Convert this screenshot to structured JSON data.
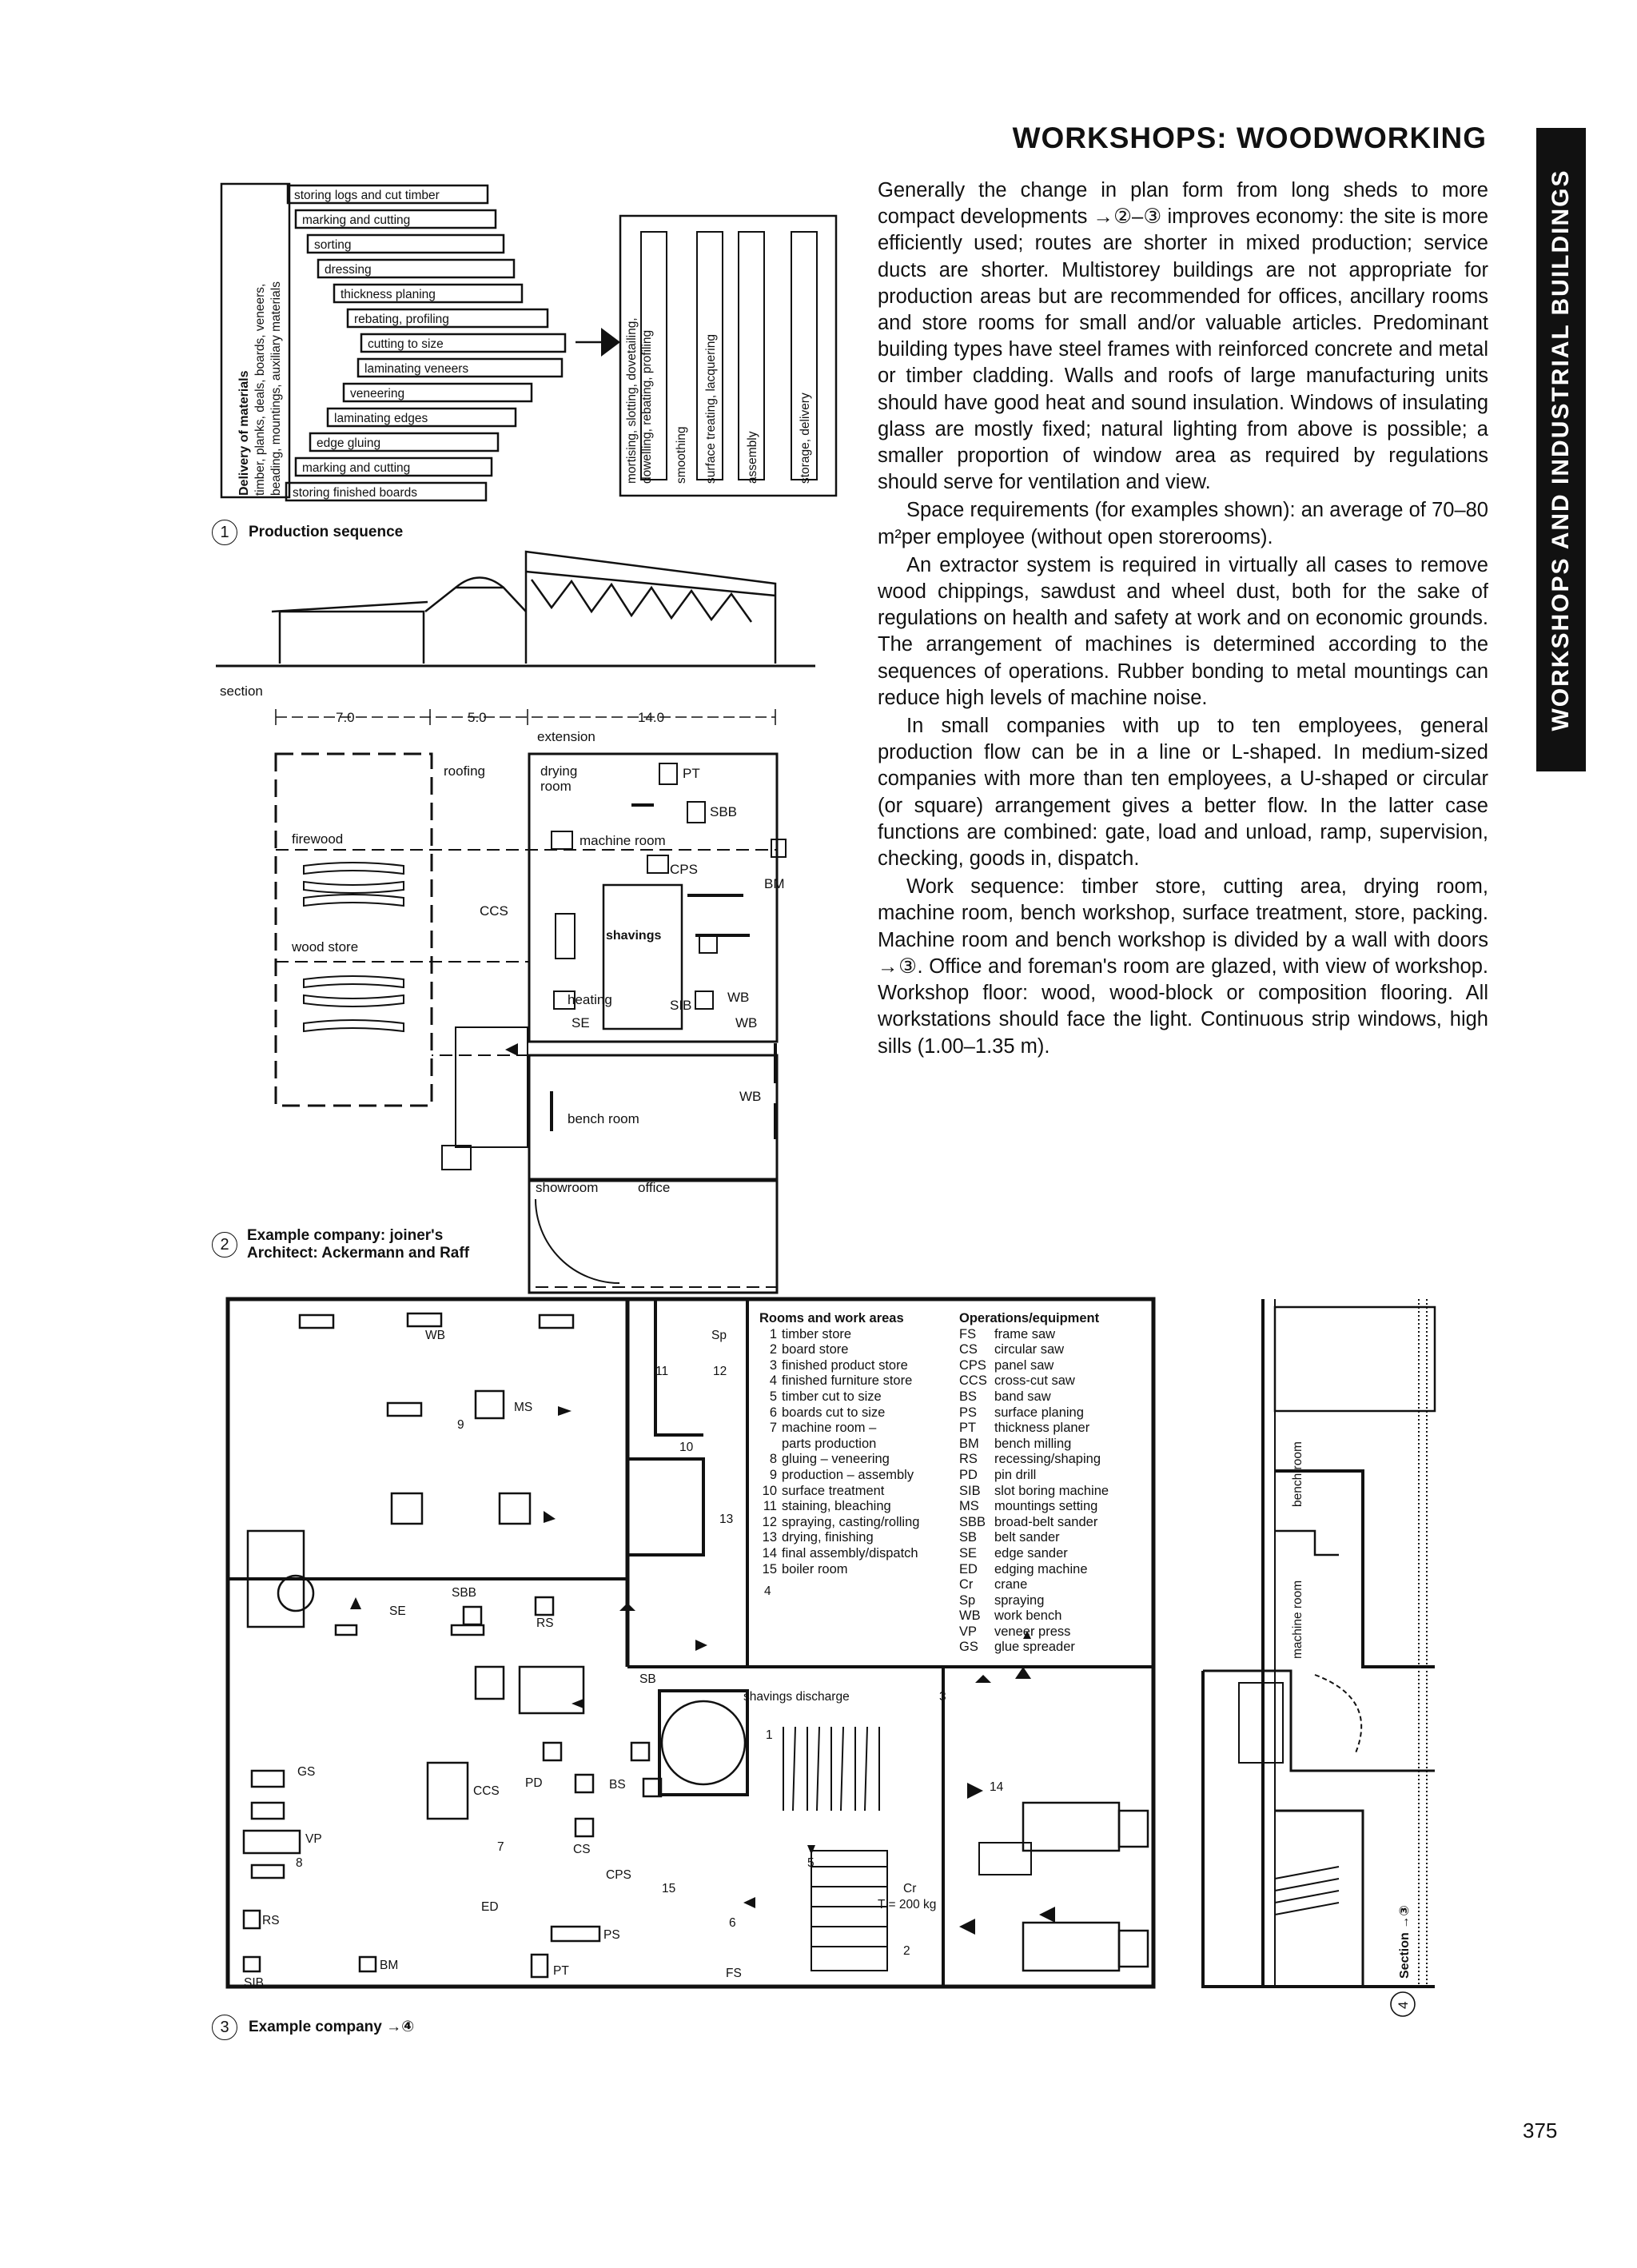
{
  "page": {
    "title": "WORKSHOPS: WOODWORKING",
    "side_tab": "WORKSHOPS AND INDUSTRIAL BUILDINGS",
    "page_number": "375"
  },
  "body_paragraphs": [
    "Generally the change in plan form from long sheds to more compact developments →②–③ improves economy: the site is more efficiently used; routes are shorter in mixed production; service ducts are shorter. Multistorey buildings are not appropriate for production areas but are recommended for offices, ancillary rooms and store rooms for small and/or valuable articles. Predominant building types have steel frames with reinforced concrete and metal or timber cladding. Walls and roofs of large manufacturing units should have good heat and sound insulation. Windows of insulating glass are mostly fixed; natural lighting from above is possible; a smaller proportion of window area as required by regulations should serve for ventilation and view.",
    "Space requirements (for examples shown): an average of 70–80 m²per employee (without open storerooms).",
    "An extractor system is required in virtually all cases to remove wood chippings, sawdust and wheel dust, both for the sake of regulations on health and safety at work and on economic grounds. The arrangement of machines is determined according to the sequences of operations. Rubber bonding to metal mountings can reduce high levels of machine noise.",
    "In small companies with up to ten employees, general production flow can be in a line or L-shaped. In medium-sized companies with more than ten employees, a U-shaped or circular (or square) arrangement gives a better flow. In the latter case functions are combined: gate, load and unload, ramp, supervision, checking, goods in, dispatch.",
    "Work sequence: timber store, cutting area, drying room, machine room, bench workshop, surface treatment, store, packing. Machine room and bench workshop is divided by a wall with doors →③. Office and foreman's room are glazed, with view of workshop. Workshop floor: wood, wood-block or composition flooring. All workstations should face the light. Continuous strip windows, high sills (1.00–1.35 m)."
  ],
  "fig1": {
    "number": "1",
    "caption": "Production sequence",
    "delivery_label_1": "Delivery of materials",
    "delivery_label_2": "timber, planks, deals, boards, veneers,",
    "delivery_label_3": "beading, mountings, auxiliary materials",
    "steps": [
      "storing logs and cut timber",
      "marking and cutting",
      "sorting",
      "dressing",
      "thickness planing",
      "rebating, profiling",
      "cutting to size",
      "laminating veneers",
      "veneering",
      "laminating edges",
      "edge gluing",
      "marking and cutting",
      "storing finished boards"
    ],
    "ops": [
      "mortising, slotting, dovetailing,",
      "dowelling, rebating, profiling",
      "smoothing",
      "surface treating, lacquering",
      "assembly",
      "storage, delivery"
    ]
  },
  "fig2": {
    "number": "2",
    "caption_1": "Example company: joiner's",
    "caption_2": "Architect: Ackermann and Raff",
    "section_label": "section",
    "dims": [
      "7.0",
      "5.0",
      "14.0"
    ],
    "labels": {
      "extension": "extension",
      "roofing": "roofing",
      "drying_room_1": "drying",
      "drying_room_2": "room",
      "pt": "PT",
      "sbb": "SBB",
      "firewood": "firewood",
      "machine_room": "machine room",
      "cps": "CPS",
      "bm": "BM",
      "ccs": "CCS",
      "shavings": "shavings",
      "wood_store": "wood store",
      "heating": "heating",
      "sib": "SIB",
      "wb": "WB",
      "se": "SE",
      "bench_room": "bench room",
      "showroom": "showroom",
      "office": "office"
    }
  },
  "fig3": {
    "number": "3",
    "caption": "Example company →④",
    "rooms_heading": "Rooms and work areas",
    "rooms": [
      {
        "n": "1",
        "t": "timber store"
      },
      {
        "n": "2",
        "t": "board store"
      },
      {
        "n": "3",
        "t": "finished product store"
      },
      {
        "n": "4",
        "t": "finished furniture store"
      },
      {
        "n": "5",
        "t": "timber cut to size"
      },
      {
        "n": "6",
        "t": "boards cut to size"
      },
      {
        "n": "7",
        "t": "machine room –"
      },
      {
        "n": "",
        "t": "parts production"
      },
      {
        "n": "8",
        "t": "gluing – veneering"
      },
      {
        "n": "9",
        "t": "production – assembly"
      },
      {
        "n": "10",
        "t": "surface treatment"
      },
      {
        "n": "11",
        "t": "staining, bleaching"
      },
      {
        "n": "12",
        "t": "spraying, casting/rolling"
      },
      {
        "n": "13",
        "t": "drying, finishing"
      },
      {
        "n": "14",
        "t": "final assembly/dispatch"
      },
      {
        "n": "15",
        "t": "boiler room"
      }
    ],
    "ops_heading": "Operations/equipment",
    "ops": [
      {
        "c": "FS",
        "t": "frame saw"
      },
      {
        "c": "CS",
        "t": "circular saw"
      },
      {
        "c": "CPS",
        "t": "panel saw"
      },
      {
        "c": "CCS",
        "t": "cross-cut saw"
      },
      {
        "c": "BS",
        "t": "band saw"
      },
      {
        "c": "PS",
        "t": "surface planing"
      },
      {
        "c": "PT",
        "t": "thickness planer"
      },
      {
        "c": "BM",
        "t": "bench milling"
      },
      {
        "c": "RS",
        "t": "recessing/shaping"
      },
      {
        "c": "PD",
        "t": "pin drill"
      },
      {
        "c": "SIB",
        "t": "slot boring machine"
      },
      {
        "c": "MS",
        "t": "mountings setting"
      },
      {
        "c": "SBB",
        "t": "broad-belt sander"
      },
      {
        "c": "SB",
        "t": "belt sander"
      },
      {
        "c": "SE",
        "t": "edge sander"
      },
      {
        "c": "ED",
        "t": "edging machine"
      },
      {
        "c": "Cr",
        "t": "crane"
      },
      {
        "c": "Sp",
        "t": "spraying"
      },
      {
        "c": "WB",
        "t": "work bench"
      },
      {
        "c": "VP",
        "t": "veneer press"
      },
      {
        "c": "GS",
        "t": "glue spreader"
      }
    ],
    "labels": {
      "wb": "WB",
      "ms": "MS",
      "n9": "9",
      "n11": "11",
      "n12": "12",
      "sp": "Sp",
      "n10": "10",
      "n13": "13",
      "se": "SE",
      "sbb": "SBB",
      "rs": "RS",
      "sb": "SB",
      "shavings": "shavings discharge",
      "n3": "3",
      "n4": "4",
      "gs": "GS",
      "vp": "VP",
      "n8": "8",
      "ccs": "CCS",
      "pd": "PD",
      "bs": "BS",
      "cs": "CS",
      "n7": "7",
      "cps": "CPS",
      "ed": "ED",
      "n1": "1",
      "n5": "5",
      "n14": "14",
      "cr": "Cr",
      "crane": "T = 200 kg",
      "n15": "15",
      "n6": "6",
      "n2": "2",
      "fs": "FS",
      "rs2": "RS",
      "sib": "SIB",
      "bm": "BM",
      "ps": "PS",
      "pt": "PT"
    }
  },
  "fig4": {
    "number": "4",
    "caption": "Section →③",
    "bench_room": "bench room",
    "machine_room": "machine room"
  }
}
